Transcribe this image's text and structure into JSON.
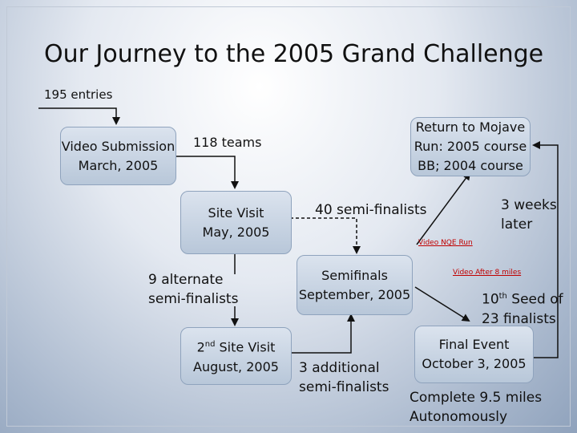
{
  "title": "Our Journey to the 2005 Grand Challenge",
  "labels": {
    "entries": "195 entries",
    "teams": "118 teams",
    "semi_finalists": "40 semi-finalists",
    "three_weeks": "3 weeks\nlater",
    "alternate": "9 alternate\nsemi-finalists",
    "additional": "3 additional\nsemi-finalists",
    "seed_pre": "10",
    "seed_sup": "th",
    "seed_post": " Seed of",
    "seed_line2": "23 finalists",
    "complete": "Complete 9.5 miles\nAutonomously"
  },
  "boxes": {
    "video_submission": "Video Submission\nMarch, 2005",
    "site_visit": "Site Visit\nMay, 2005",
    "second_pre": "2",
    "second_sup": "nd",
    "second_post": " Site Visit",
    "second_line2": "August, 2005",
    "semifinals": "Semifinals\nSeptember, 2005",
    "final_event": "Final Event\nOctober 3, 2005",
    "mojave": "Return to Mojave\nRun: 2005 course\nBB; 2004 course"
  },
  "links": {
    "video_nqe": "Video NQE Run",
    "video_after": "Video After 8 miles"
  },
  "colors": {
    "box_fill": "#c8d4e3",
    "link": "#c00000",
    "arrow": "#111111"
  }
}
